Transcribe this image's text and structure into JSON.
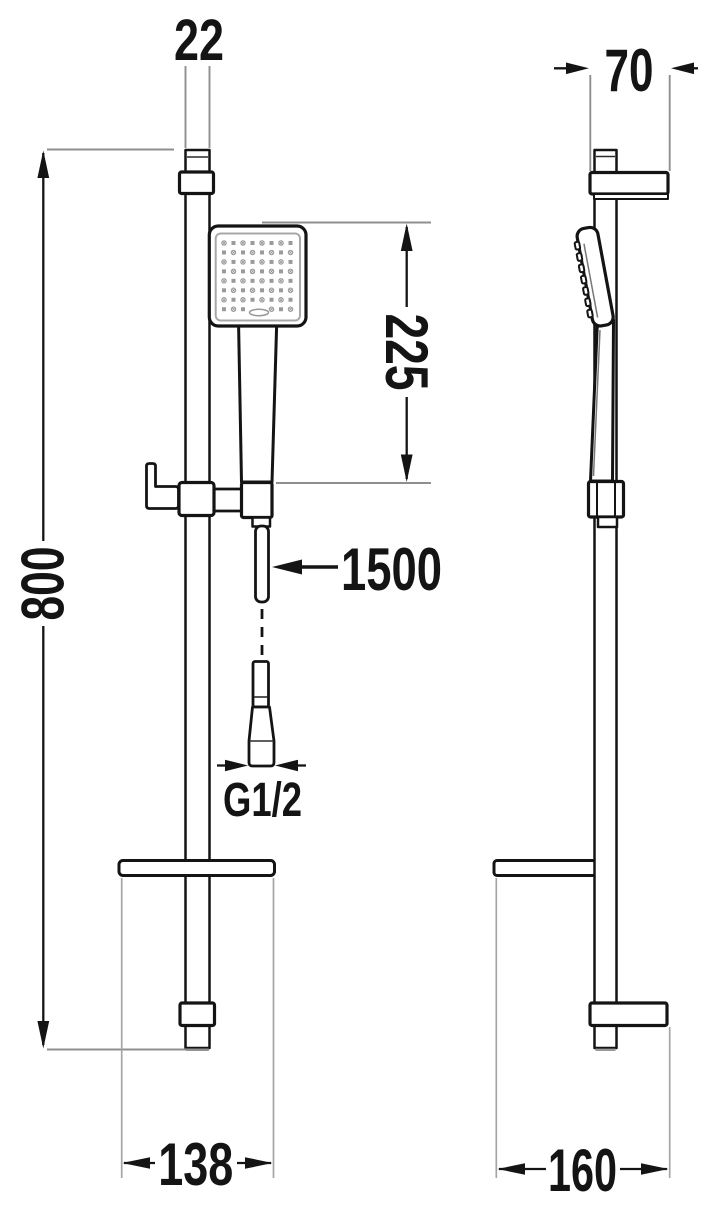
{
  "drawing": {
    "title": "shower-slide-bar-set-technical-drawing",
    "dimensions": {
      "bar_diameter": "22",
      "bracket_depth": "70",
      "handset_length": "225",
      "rail_height": "800",
      "hose_length": "1500",
      "thread_size": "G1/2",
      "front_footprint": "138",
      "side_footprint": "160"
    },
    "front_view": {
      "spray_grid": {
        "rows": 8,
        "cols": 8,
        "skip_last_row_cols": [
          3,
          4
        ]
      }
    },
    "colors": {
      "outline": "#141414",
      "extension_line": "#8f8f8f",
      "spray_dots": "#999999"
    }
  }
}
